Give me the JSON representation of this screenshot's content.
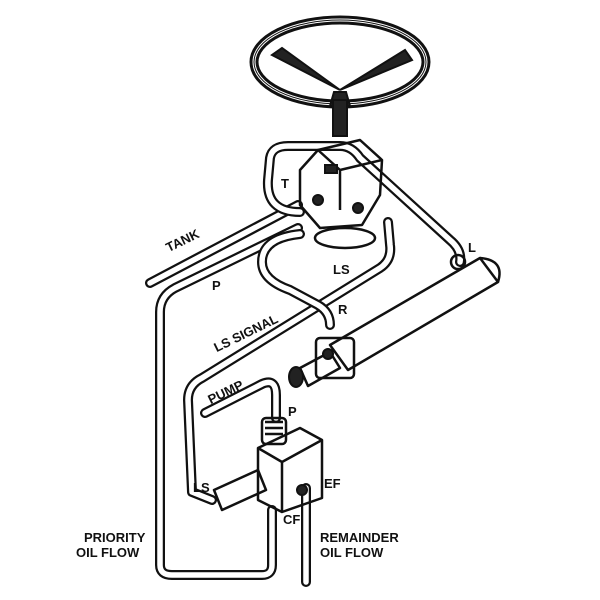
{
  "labels": {
    "steering_t": "T",
    "tank": "TANK",
    "pressure_p": "P",
    "steering_ls": "LS",
    "cylinder_l": "L",
    "cylinder_r": "R",
    "ls_signal": "LS SIGNAL",
    "pump": "PUMP",
    "valve_p": "P",
    "valve_ls": "LS",
    "ef": "EF",
    "cf": "CF",
    "priority_line1": "PRIORITY",
    "priority_line2": "OIL FLOW",
    "remainder_line1": "REMAINDER",
    "remainder_line2": "OIL FLOW"
  }
}
